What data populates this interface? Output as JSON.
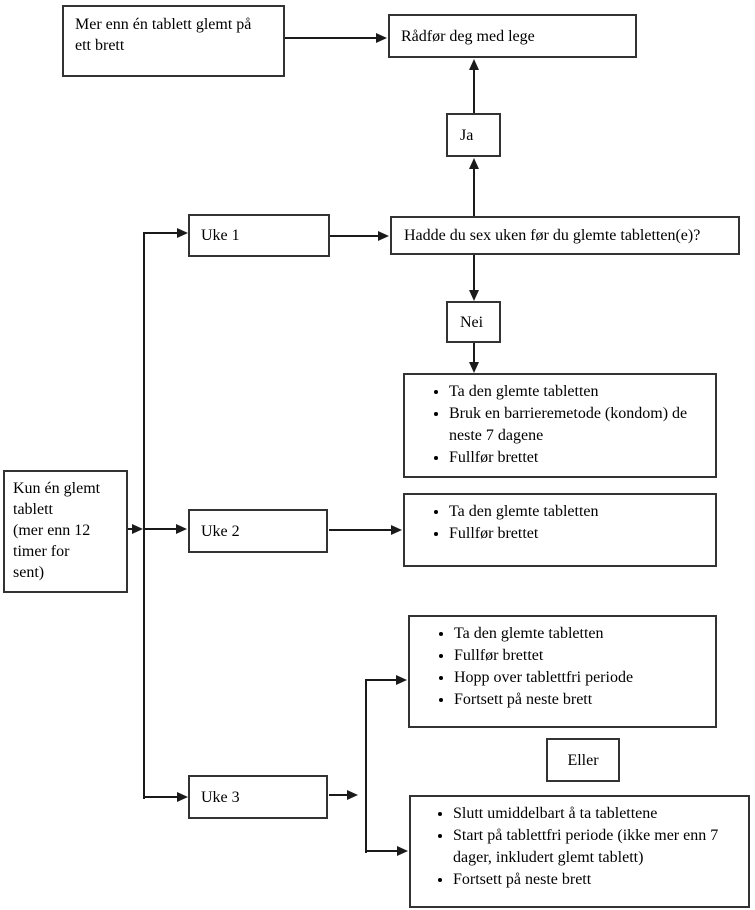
{
  "diagram": {
    "title_none": "",
    "colors": {
      "background": "#ffffff",
      "box_border": "#333333",
      "line": "#1a1a1a",
      "text": "#000000"
    },
    "nodes": {
      "more_than_one": {
        "lines": [
          "Mer enn én tablett glemt på",
          "ett brett"
        ]
      },
      "consult": {
        "label": "Rådfør deg med lege"
      },
      "ja": {
        "label": "Ja"
      },
      "question": {
        "label": "Hadde du sex uken før du glemte tabletten(e)?"
      },
      "nei": {
        "label": "Nei"
      },
      "uke1": {
        "label": "Uke 1"
      },
      "uke2": {
        "label": "Uke 2"
      },
      "uke3": {
        "label": "Uke 3"
      },
      "kun_en": {
        "lines": [
          "Kun én glemt",
          "tablett",
          "(mer enn 12",
          "timer for",
          "sent)"
        ]
      },
      "week1_actions": {
        "items": [
          "Ta den glemte tabletten",
          "Bruk en barrieremetode (kondom) de neste 7 dagene",
          "Fullfør brettet"
        ]
      },
      "week2_actions": {
        "items": [
          "Ta den glemte tabletten",
          "Fullfør brettet"
        ]
      },
      "week3_option1": {
        "items": [
          "Ta den glemte tabletten",
          "Fullfør brettet",
          "Hopp over tablettfri periode",
          "Fortsett på neste brett"
        ]
      },
      "eller": {
        "label": "Eller"
      },
      "week3_option2": {
        "items": [
          "Slutt umiddelbart å ta tablettene",
          "Start på tablettfri periode (ikke mer enn 7 dager, inkludert glemt tablett)",
          "Fortsett på neste brett"
        ]
      }
    }
  }
}
